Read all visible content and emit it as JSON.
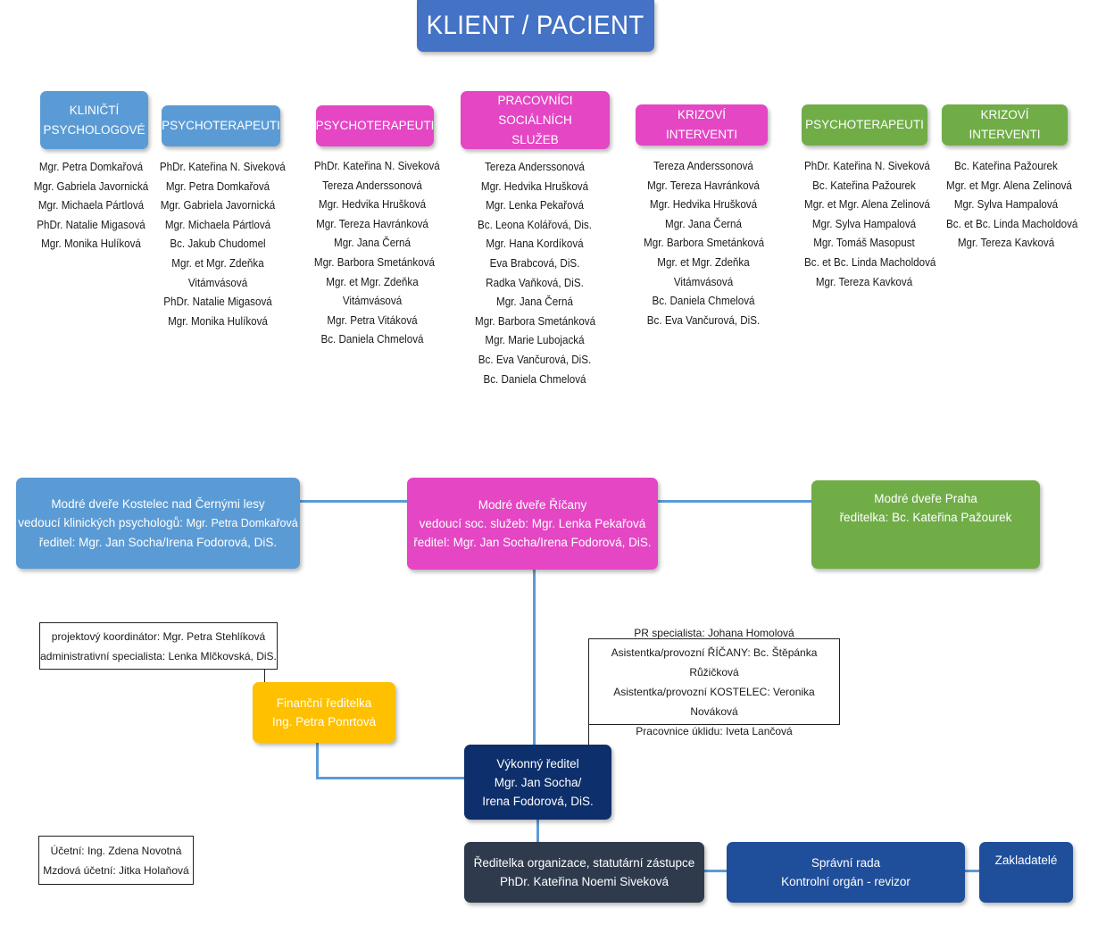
{
  "title": "KLIENT / PACIENT",
  "groups": [
    {
      "header": [
        "KLINIČTÍ",
        "PSYCHOLOGOVÉ"
      ],
      "members": [
        "Mgr. Petra Domkařová",
        "Mgr. Gabriela Javornická",
        "Mgr. Michaela Pártlová",
        "PhDr. Natalie Migasová",
        "Mgr. Monika Hulíková"
      ]
    },
    {
      "header": [
        "PSYCHOTERAPEUTI"
      ],
      "members": [
        "PhDr. Kateřina N. Siveková",
        "Mgr. Petra Domkařová",
        "Mgr. Gabriela Javornická",
        "Mgr. Michaela Pártlová",
        "Bc. Jakub Chudomel",
        "Mgr. et Mgr. Zdeňka",
        "Vitámvásová",
        "PhDr. Natalie Migasová",
        "Mgr. Monika Hulíková"
      ]
    },
    {
      "header": [
        "PSYCHOTERAPEUTI"
      ],
      "members": [
        "PhDr. Kateřina N. Siveková",
        "Tereza Anderssonová",
        "Mgr. Hedvika Hrušková",
        "Mgr. Tereza Havránková",
        "Mgr. Jana Černá",
        "Mgr. Barbora Smetánková",
        "Mgr. et Mgr. Zdeňka",
        "Vitámvásová",
        "Mgr. Petra Vitáková",
        "Bc. Daniela Chmelová"
      ]
    },
    {
      "header": [
        "PRACOVNÍCI SOCIÁLNÍCH",
        "SLUŽEB"
      ],
      "members": [
        "Tereza Anderssonová",
        "Mgr. Hedvika Hrušková",
        "Mgr. Lenka Pekařová",
        "Bc. Leona Kolářová, Dis.",
        "Mgr. Hana Kordíková",
        "Eva Brabcová, DiS.",
        "Radka Vaňková, DiS.",
        "Mgr. Jana Černá",
        "Mgr. Barbora Smetánková",
        "Mgr. Marie Lubojacká",
        "Bc. Eva Vančurová, DiS.",
        "Bc. Daniela Chmelová"
      ]
    },
    {
      "header": [
        "KRIZOVÍ INTERVENTI"
      ],
      "members": [
        "Tereza Anderssonová",
        "Mgr. Tereza Havránková",
        "Mgr. Hedvika Hrušková",
        "Mgr. Jana Černá",
        "Mgr. Barbora Smetánková",
        "Mgr. et Mgr. Zdeňka",
        "Vitámvásová",
        "Bc. Daniela Chmelová",
        "Bc. Eva Vančurová, DiS."
      ]
    },
    {
      "header": [
        "PSYCHOTERAPEUTI"
      ],
      "members": [
        "PhDr. Kateřina N. Siveková",
        "Bc. Kateřina Pažourek",
        "Mgr. et Mgr. Alena Zelinová",
        "Mgr. Sylva Hampalová",
        "Mgr. Tomáš Masopust",
        "Bc. et Bc. Linda Macholdová",
        "Mgr. Tereza Kavková"
      ]
    },
    {
      "header": [
        "KRIZOVÍ INTERVENTI"
      ],
      "members": [
        "Bc. Kateřina Pažourek",
        "Mgr. et Mgr. Alena Zelinová",
        "Mgr. Sylva Hampalová",
        "Bc. et Bc. Linda Macholdová",
        "Mgr. Tereza Kavková"
      ]
    }
  ],
  "branches": {
    "kostelec": {
      "l1": "Modré dveře Kostelec nad Černými lesy",
      "l2a": "vedoucí klinických psychologů: ",
      "l2b": "Mgr. Petra Domkařová",
      "l3": "ředitel: Mgr. Jan Socha/Irena Fodorová, DiS."
    },
    "ricany": {
      "l1": "Modré dveře Říčany",
      "l2": "vedoucí soc. služeb: Mgr. Lenka Pekařová",
      "l3": "ředitel: Mgr. Jan Socha/Irena Fodorová, DiS."
    },
    "praha": {
      "l1": "Modré dveře Praha",
      "l2": "ředitelka: Bc. Kateřina Pažourek"
    }
  },
  "coordinator": {
    "l1": "projektový koordinátor: Mgr. Petra Stehlíková",
    "l2": "administrativní specialista: Lenka Mlčkovská, DiS."
  },
  "finance": {
    "l1": "Finanční ředitelka",
    "l2": "Ing. Petra Ponrtová"
  },
  "pr": {
    "l1": "PR specialista: Johana Homolová",
    "l2": "Asistentka/provozní ŘÍČANY: Bc. Štěpánka Růžičková",
    "l3": "Asistentka/provozní KOSTELEC: Veronika Nováková",
    "l4": "Pracovnice úklidu: Iveta Lančová"
  },
  "executive": {
    "l1": "Výkonný ředitel",
    "l2": "Mgr. Jan Socha/",
    "l3": "Irena Fodorová, DiS."
  },
  "accounting": {
    "l1": "Účetní: Ing. Zdena Novotná",
    "l2": "Mzdová účetní: Jitka Holaňová"
  },
  "director": {
    "l1": "Ředitelka organizace, statutární zástupce",
    "l2": "PhDr. Kateřina Noemi Siveková"
  },
  "board": {
    "l1": "Správní rada",
    "l2": "Kontrolní orgán - revizor"
  },
  "founders": {
    "l1": "Zakladatelé"
  },
  "colors": {
    "light_blue": "#5b9bd5",
    "pink": "#e446c4",
    "green": "#70ad47",
    "navy": "#0d2f6b",
    "dark_blue": "#1f4e9b",
    "slate": "#2f3b4d",
    "amber": "#ffc000",
    "title_blue": "#4472c4"
  }
}
